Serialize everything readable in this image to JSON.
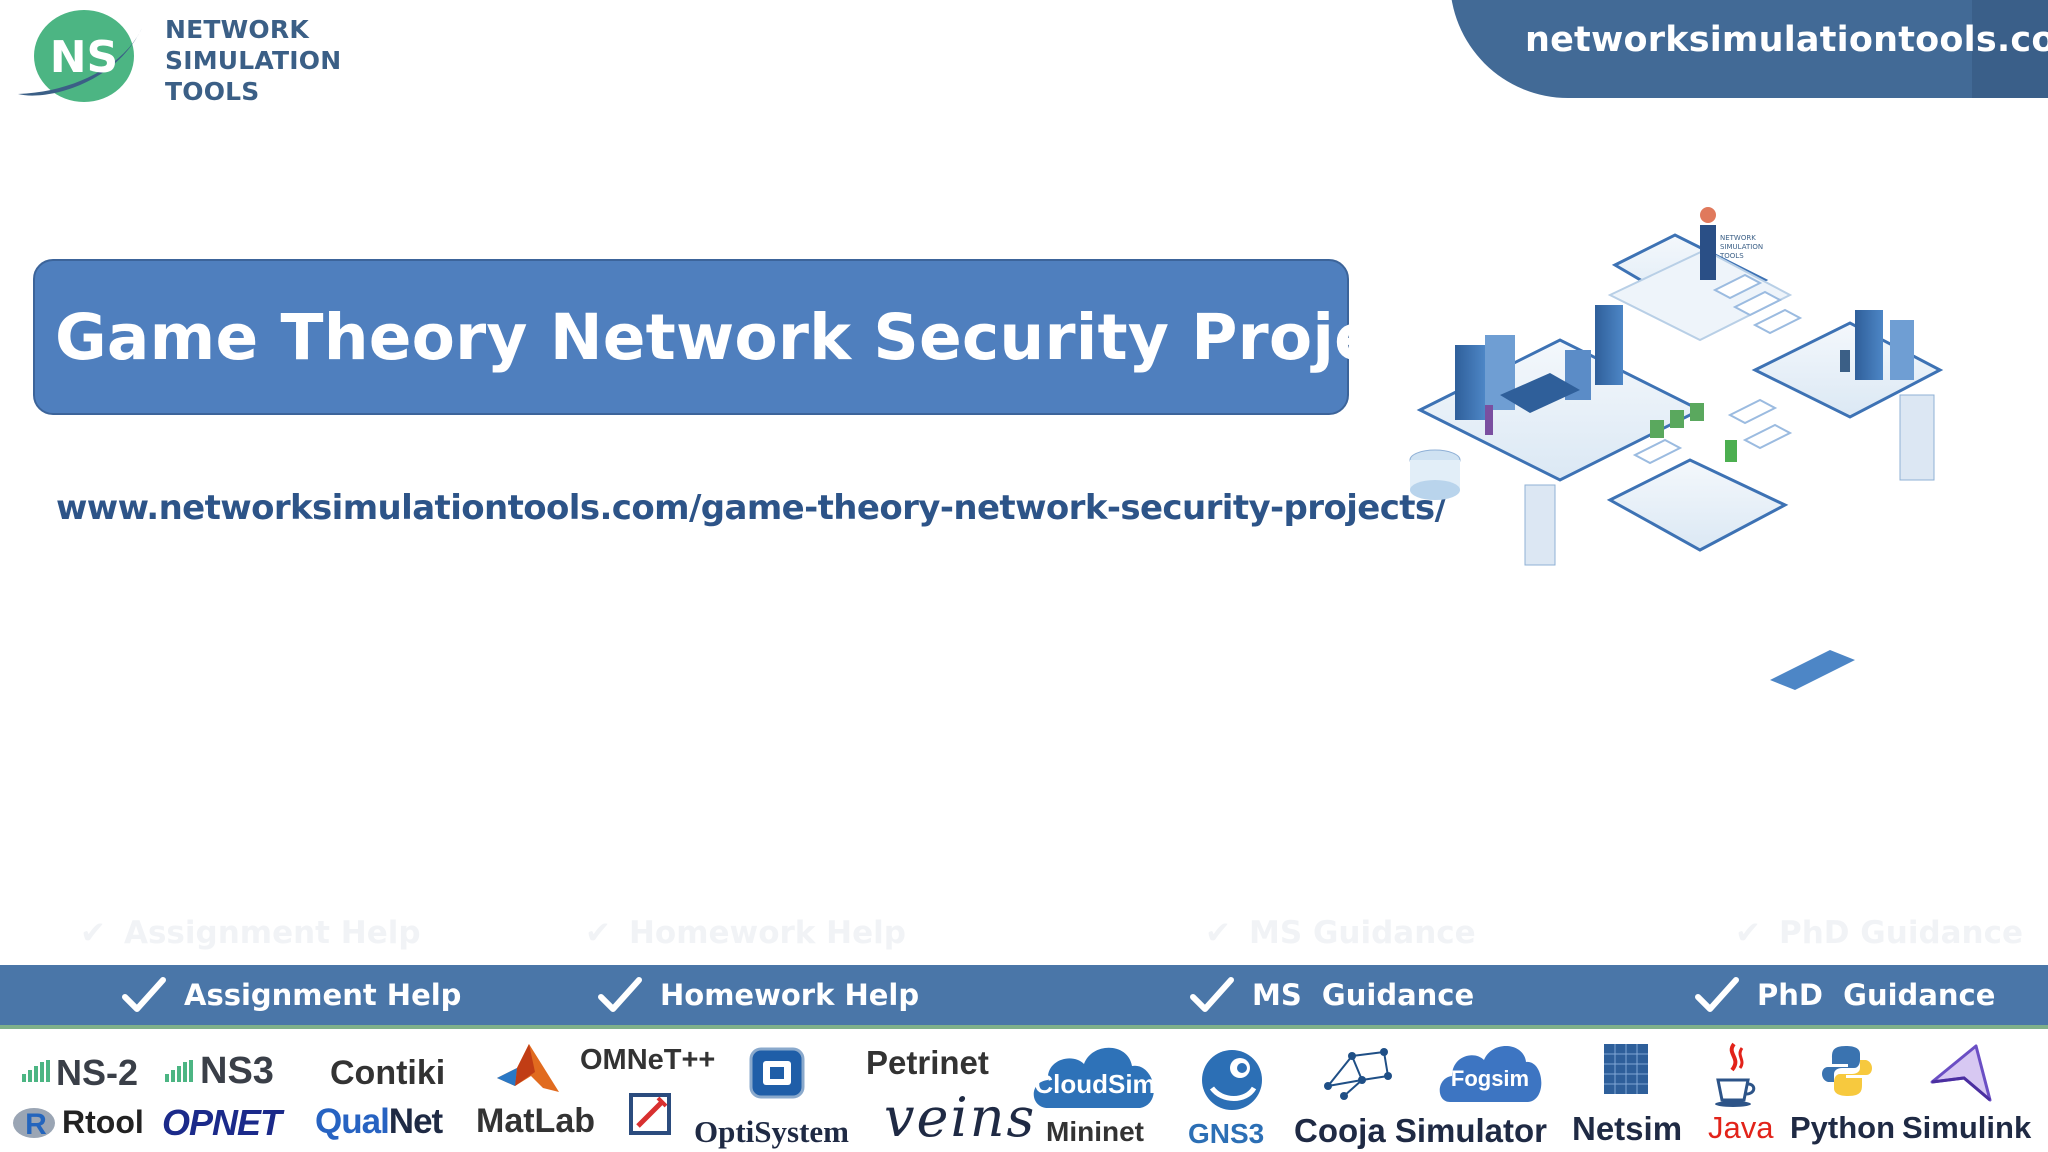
{
  "brand": {
    "logo_mark": "NS",
    "logo_lines": [
      "NETWORK",
      "SIMULATION",
      "TOOLS"
    ],
    "domain": "networksimulationtools.com"
  },
  "page": {
    "title": "Game Theory Network Security Projects",
    "url": "www.networksimulationtools.com/game-theory-network-security-projects/"
  },
  "illustration": {
    "label_lines": [
      "NETWORK",
      "SIMULATION",
      "TOOLS"
    ]
  },
  "services": [
    {
      "label": "Assignment Help",
      "icon": "check-icon"
    },
    {
      "label": "Homework Help",
      "icon": "check-icon"
    },
    {
      "label": "MS  Guidance",
      "icon": "check-icon"
    },
    {
      "label": "PhD  Guidance",
      "icon": "check-icon"
    }
  ],
  "tools": {
    "ns2": "NS-2",
    "ns3": "NS3",
    "contiki": "Contiki",
    "rtool": "Rtool",
    "opnet": "OPNET",
    "qualnet_a": "Qual",
    "qualnet_b": "Net",
    "matlab": "MatLab",
    "omnet": "OMNeT++",
    "optisystem": "OptiSystem",
    "petrinet": "Petrinet",
    "veins": "veins",
    "cloudsim": "CloudSim",
    "mininet": "Mininet",
    "gns3": "GNS3",
    "cooja": "Cooja Simulator",
    "fogsim": "Fogsim",
    "netsim": "Netsim",
    "java": "Java",
    "python": "Python",
    "simulink": "Simulink"
  },
  "colors": {
    "primary_blue": "#4f7fbe",
    "dark_blue": "#426a96",
    "logo_green": "#4cb583",
    "text_blue": "#2d5488"
  }
}
